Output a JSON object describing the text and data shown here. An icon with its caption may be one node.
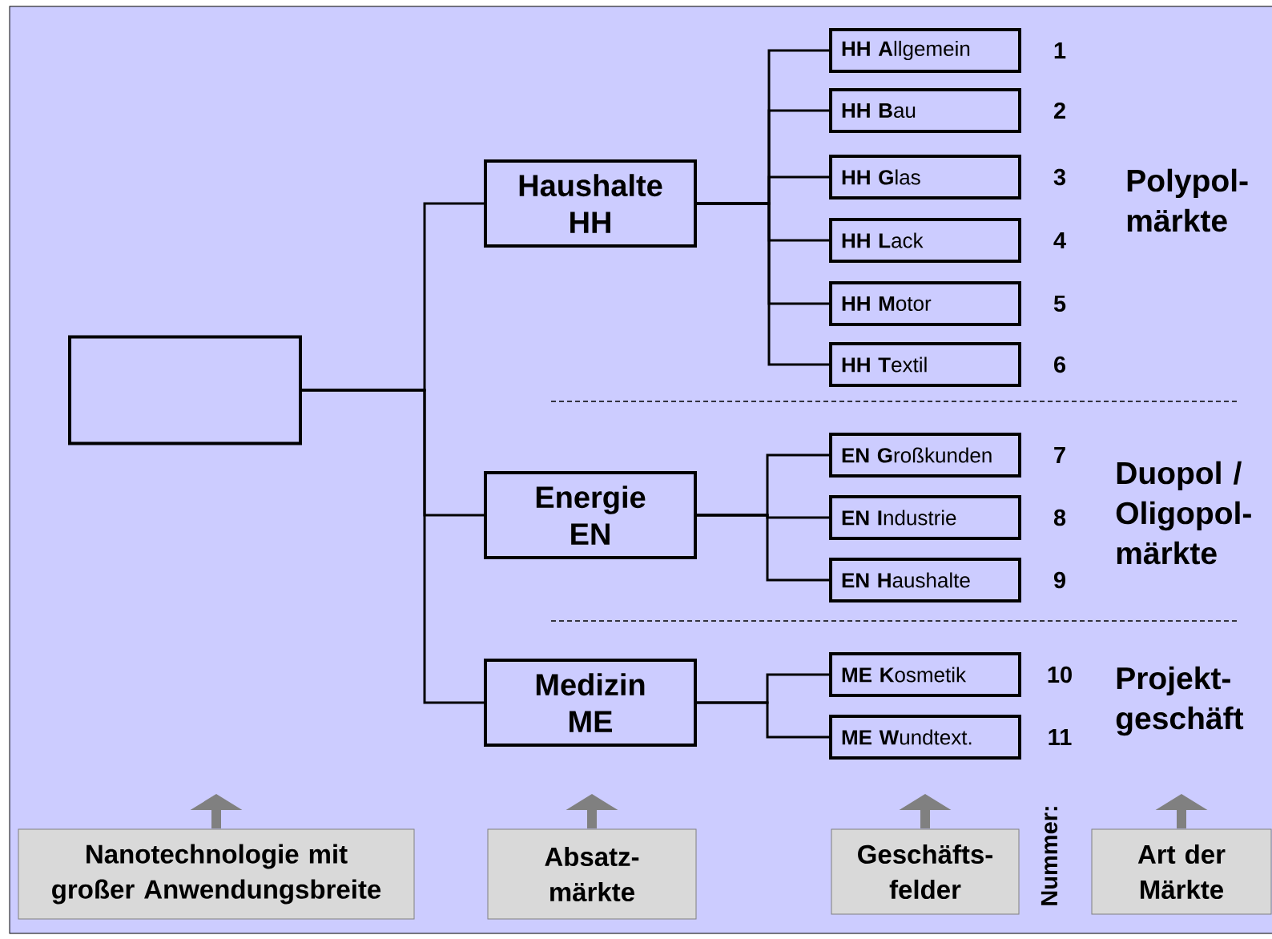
{
  "diagram": {
    "nodes": [
      {
        "text": [],
        "shape": "box"
      },
      {
        "text": [
          "Haushalte HH"
        ]
      },
      {
        "text": [
          "**HH A**llgemein"
        ],
        "beside": [
          "1"
        ]
      },
      {
        "text": [
          "**HH B**au"
        ],
        "beside": [
          "2"
        ]
      },
      {
        "text": [
          "**HH G**las"
        ],
        "beside": [
          "3"
        ]
      },
      {
        "text": [
          "**HH L**ack"
        ],
        "beside": [
          "4"
        ]
      },
      {
        "text": [
          "**HH M**otor"
        ],
        "beside": [
          "5"
        ]
      },
      {
        "text": [
          "**HH T**extil"
        ],
        "beside": [
          "6"
        ]
      },
      {
        "text": [
          "Energie EN"
        ]
      },
      {
        "text": [
          "**EN G**roßkunden"
        ],
        "beside": [
          "7"
        ]
      },
      {
        "text": [
          "**EN I**ndustrie"
        ],
        "beside": [
          "8"
        ]
      },
      {
        "text": [
          "**EN H**aushalte"
        ],
        "beside": [
          "9"
        ]
      },
      {
        "text": [
          "Medizin ME"
        ]
      },
      {
        "text": [
          "**ME K**osmetik"
        ],
        "beside": [
          "10"
        ]
      },
      {
        "text": [
          "**ME W**undtext."
        ],
        "beside": [
          "11"
        ]
      },
      {
        "text": [
          "Nanotechnologie mit großer Anwendungsbreite"
        ]
      },
      {
        "text": [
          "Absatz- märkte"
        ]
      },
      {
        "text": [
          "Geschäfts- felder"
        ]
      },
      {
        "text": [
          "Art der Märkte"
        ]
      }
    ],
    "edges": [
      {
        "from": 0,
        "to": 1,
        "arrow": "none"
      },
      {
        "from": 0,
        "to": 8,
        "arrow": "none"
      },
      {
        "from": 0,
        "to": 12,
        "arrow": "none"
      },
      {
        "from": 1,
        "to": 2,
        "arrow": "none"
      },
      {
        "from": 1,
        "to": 3,
        "arrow": "none"
      },
      {
        "from": 1,
        "to": 4,
        "arrow": "none"
      },
      {
        "from": 1,
        "to": 5,
        "arrow": "none"
      },
      {
        "from": 1,
        "to": 6,
        "arrow": "none"
      },
      {
        "from": 1,
        "to": 7,
        "arrow": "none"
      },
      {
        "from": 8,
        "to": 9,
        "arrow": "none"
      },
      {
        "from": 8,
        "to": 10,
        "arrow": "none"
      },
      {
        "from": 8,
        "to": 11,
        "arrow": "none"
      },
      {
        "from": 12,
        "to": 13,
        "arrow": "none"
      },
      {
        "from": 12,
        "to": 14,
        "arrow": "none"
      },
      {
        "from": 15,
        "to": null,
        "arrow": "to",
        "style": "thick",
        "color": "#808080"
      },
      {
        "from": 16,
        "to": null,
        "arrow": "to",
        "style": "thick",
        "color": "#808080"
      },
      {
        "from": 17,
        "to": null,
        "arrow": "to",
        "style": "thick",
        "color": "#808080"
      },
      {
        "from": 18,
        "to": null,
        "arrow": "to",
        "style": "thick",
        "color": "#808080"
      }
    ],
    "labels": [
      "Polypol- märkte",
      "Duopol / Oligopol- märkte",
      "Projekt- geschäft",
      "Nummer:"
    ]
  }
}
